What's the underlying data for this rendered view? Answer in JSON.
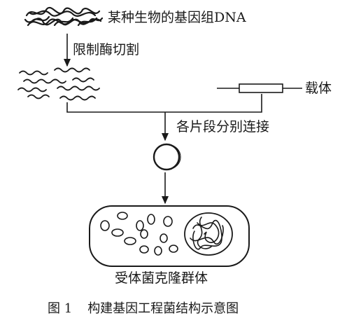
{
  "labels": {
    "genome_dna": "某种生物的基因组DNA",
    "restriction_enzyme": "限制酶切割",
    "vector": "载体",
    "ligation": "各片段分别连接",
    "recipient_colony": "受体菌克隆群体"
  },
  "caption": {
    "figure_no": "图 1",
    "title": "构建基因工程菌结构示意图"
  }
}
